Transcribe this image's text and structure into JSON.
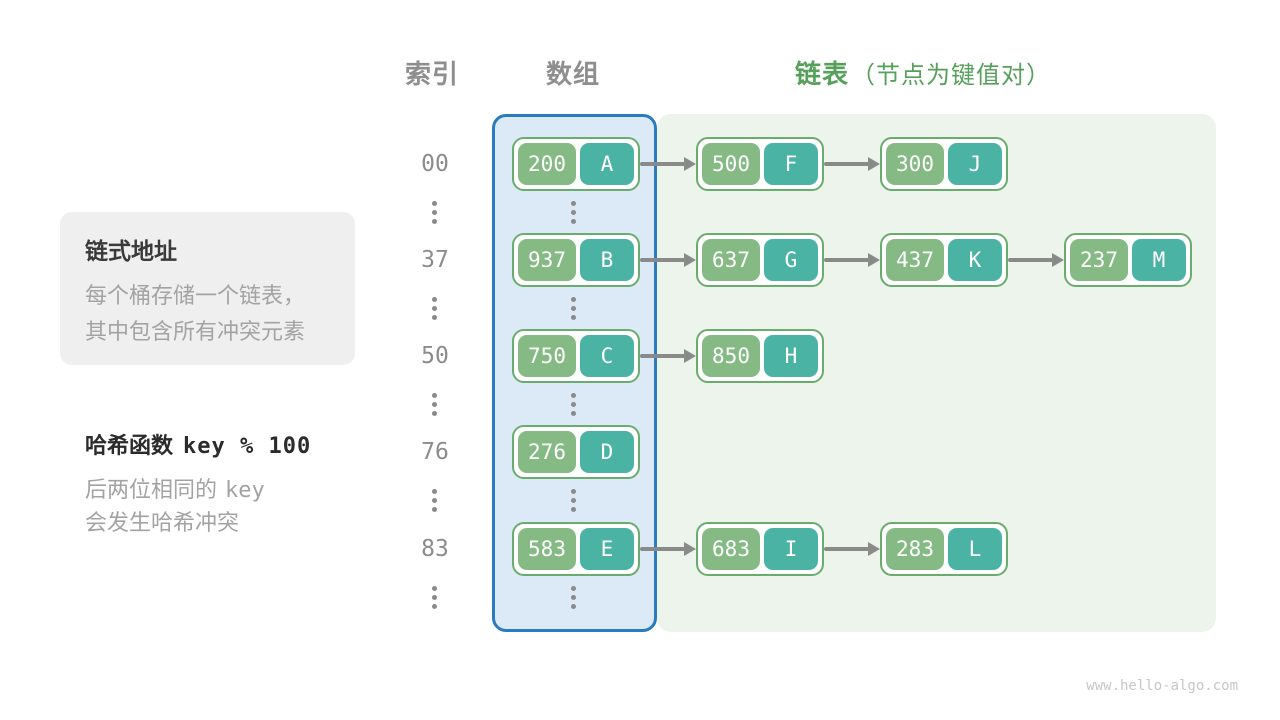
{
  "header": {
    "index_label": "索引",
    "array_label": "数组",
    "list_label": "链表",
    "list_note": "（节点为键值对）"
  },
  "note_box": {
    "title": "链式地址",
    "line1": "每个桶存储一个链表，",
    "line2": "其中包含所有冲突元素"
  },
  "hash_note": {
    "title_text": "哈希函数",
    "title_code": "key % 100",
    "line1_text": "后两位相同的",
    "line1_code": "key",
    "line2_text": "会发生哈希冲突"
  },
  "watermark": "www.hello-algo.com",
  "colors": {
    "key_cell": "#85ba85",
    "value_cell": "#4bb3a4",
    "node_border": "#6aab6e",
    "array_bg": "#dce9f6",
    "array_border": "#2a7cbe",
    "list_bg": "#edf4eb",
    "accent_green_text": "#57a05b",
    "arrow": "#8a8a8a"
  },
  "rows": [
    {
      "index": "00",
      "nodes": [
        {
          "key": "200",
          "value": "A"
        },
        {
          "key": "500",
          "value": "F"
        },
        {
          "key": "300",
          "value": "J"
        }
      ]
    },
    {
      "index": "37",
      "nodes": [
        {
          "key": "937",
          "value": "B"
        },
        {
          "key": "637",
          "value": "G"
        },
        {
          "key": "437",
          "value": "K"
        },
        {
          "key": "237",
          "value": "M"
        }
      ]
    },
    {
      "index": "50",
      "nodes": [
        {
          "key": "750",
          "value": "C"
        },
        {
          "key": "850",
          "value": "H"
        }
      ]
    },
    {
      "index": "76",
      "nodes": [
        {
          "key": "276",
          "value": "D"
        }
      ]
    },
    {
      "index": "83",
      "nodes": [
        {
          "key": "583",
          "value": "E"
        },
        {
          "key": "683",
          "value": "I"
        },
        {
          "key": "283",
          "value": "L"
        }
      ]
    }
  ]
}
